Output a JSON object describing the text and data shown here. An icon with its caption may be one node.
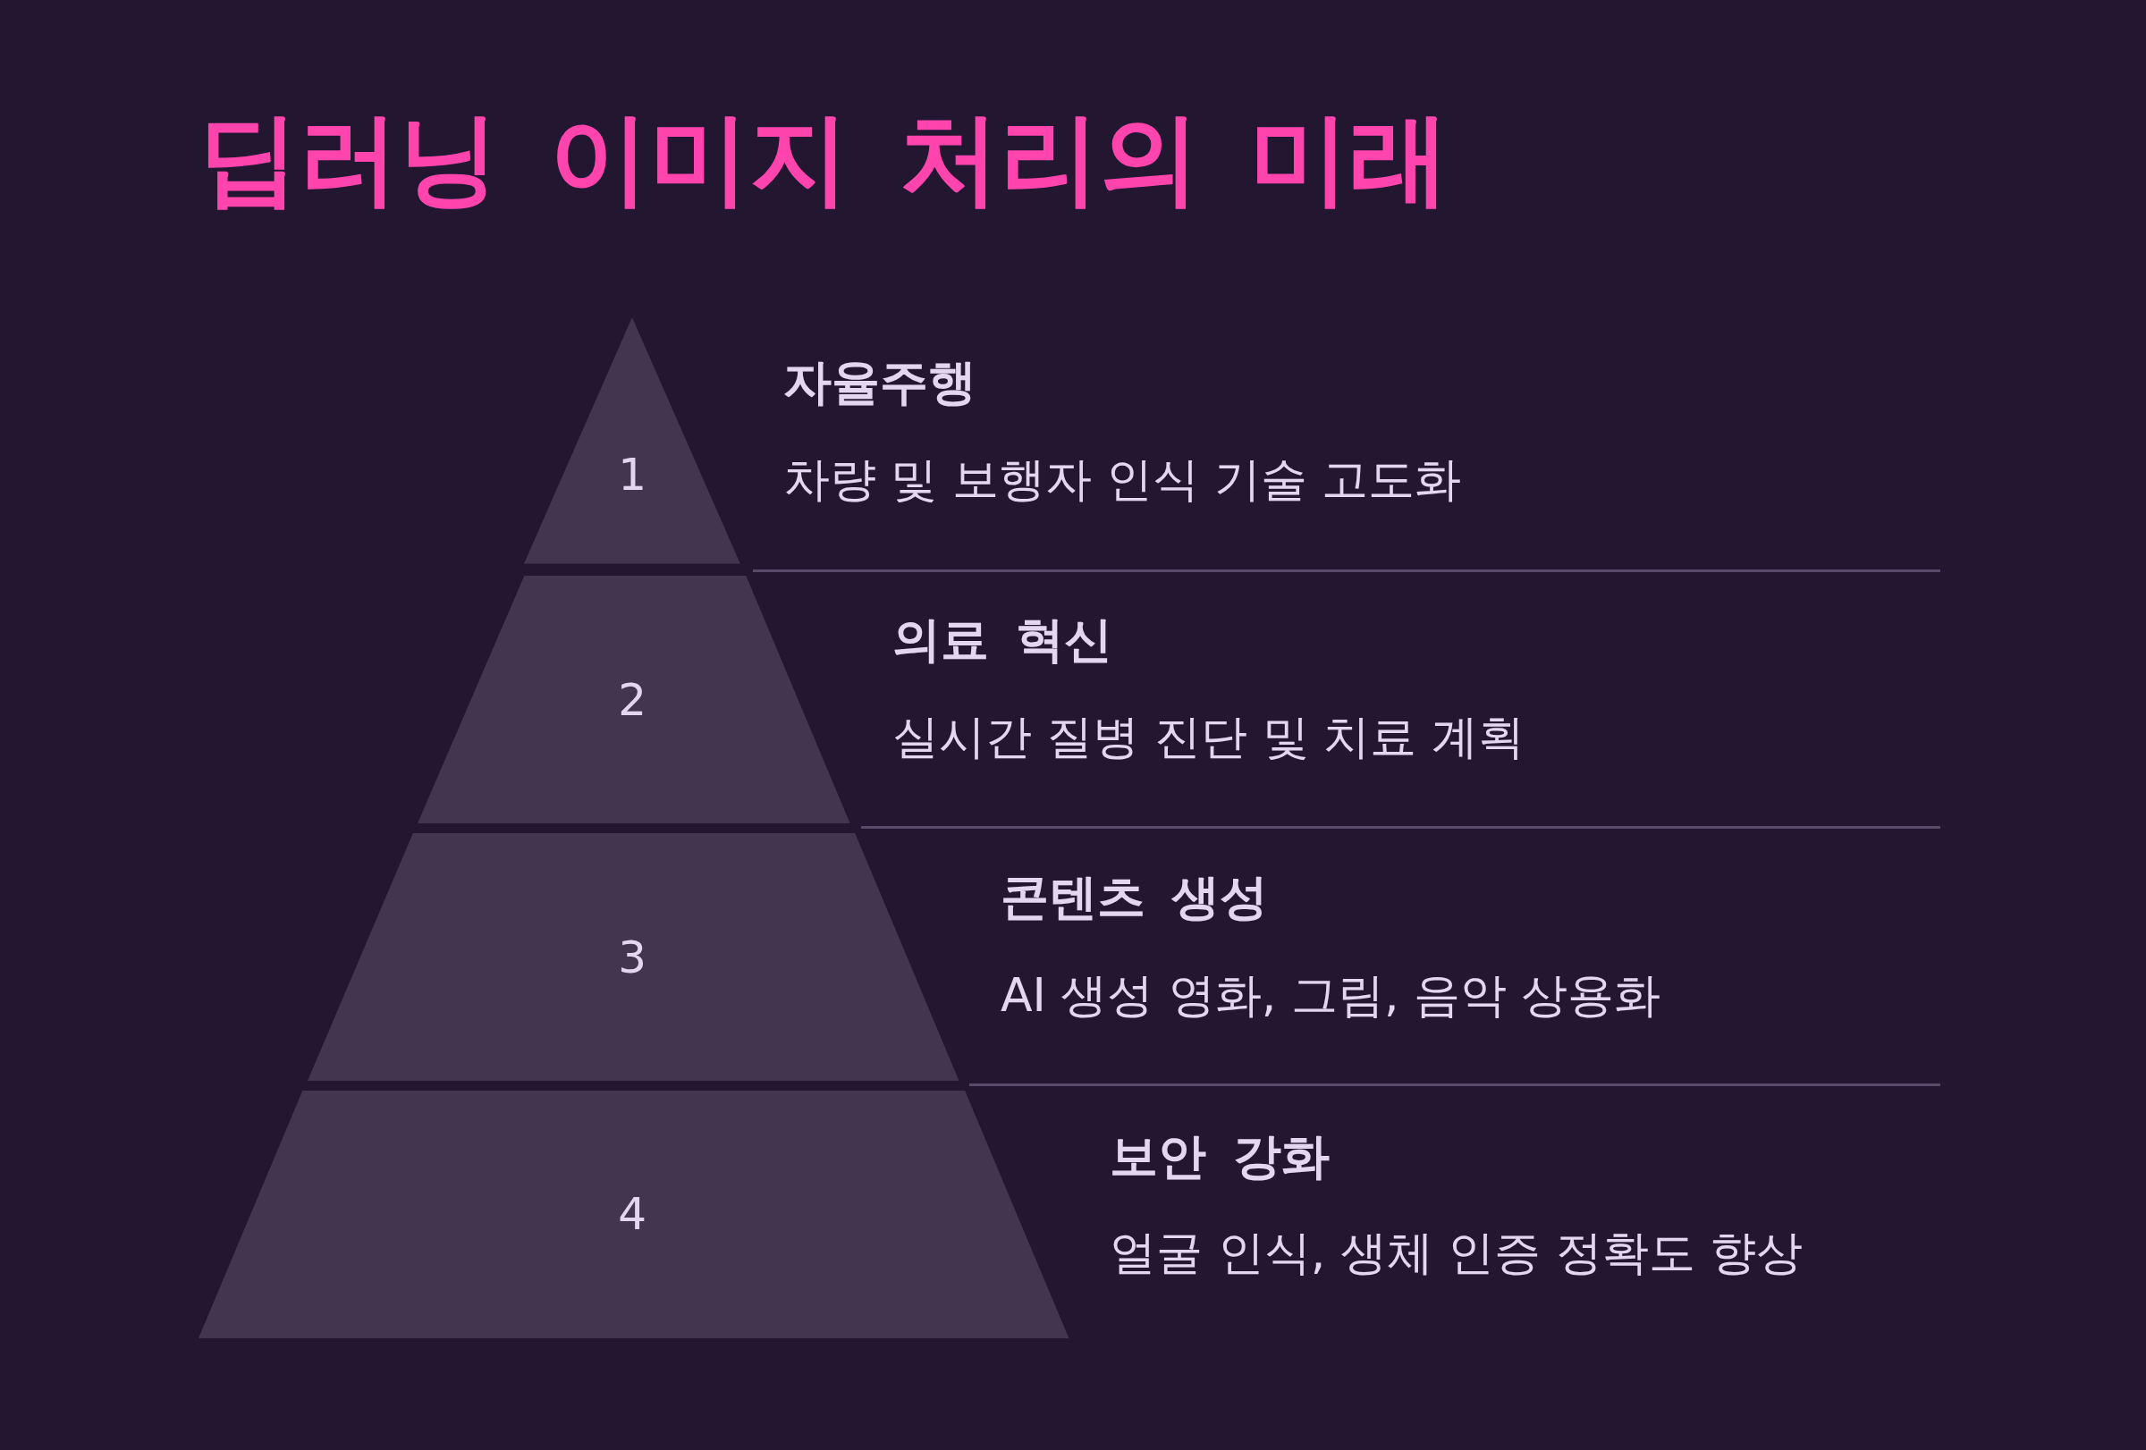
{
  "diagram": {
    "title": "딥러닝 이미지 처리의 미래",
    "nodes": [
      {
        "text": [
          "1"
        ],
        "beside": [
          "자율주행",
          "차량 및 보행자 인식 기술 고도화"
        ]
      },
      {
        "text": [
          "2"
        ],
        "beside": [
          "의료 혁신",
          "실시간 질병 진단 및 치료 계획"
        ]
      },
      {
        "text": [
          "3"
        ],
        "beside": [
          "콘텐츠 생성",
          "AI 생성 영화, 그림, 음악 상용화"
        ]
      },
      {
        "text": [
          "4"
        ],
        "beside": [
          "보안 강화",
          "얼굴 인식, 생체 인증 정확도 향상"
        ]
      }
    ],
    "edges": []
  }
}
